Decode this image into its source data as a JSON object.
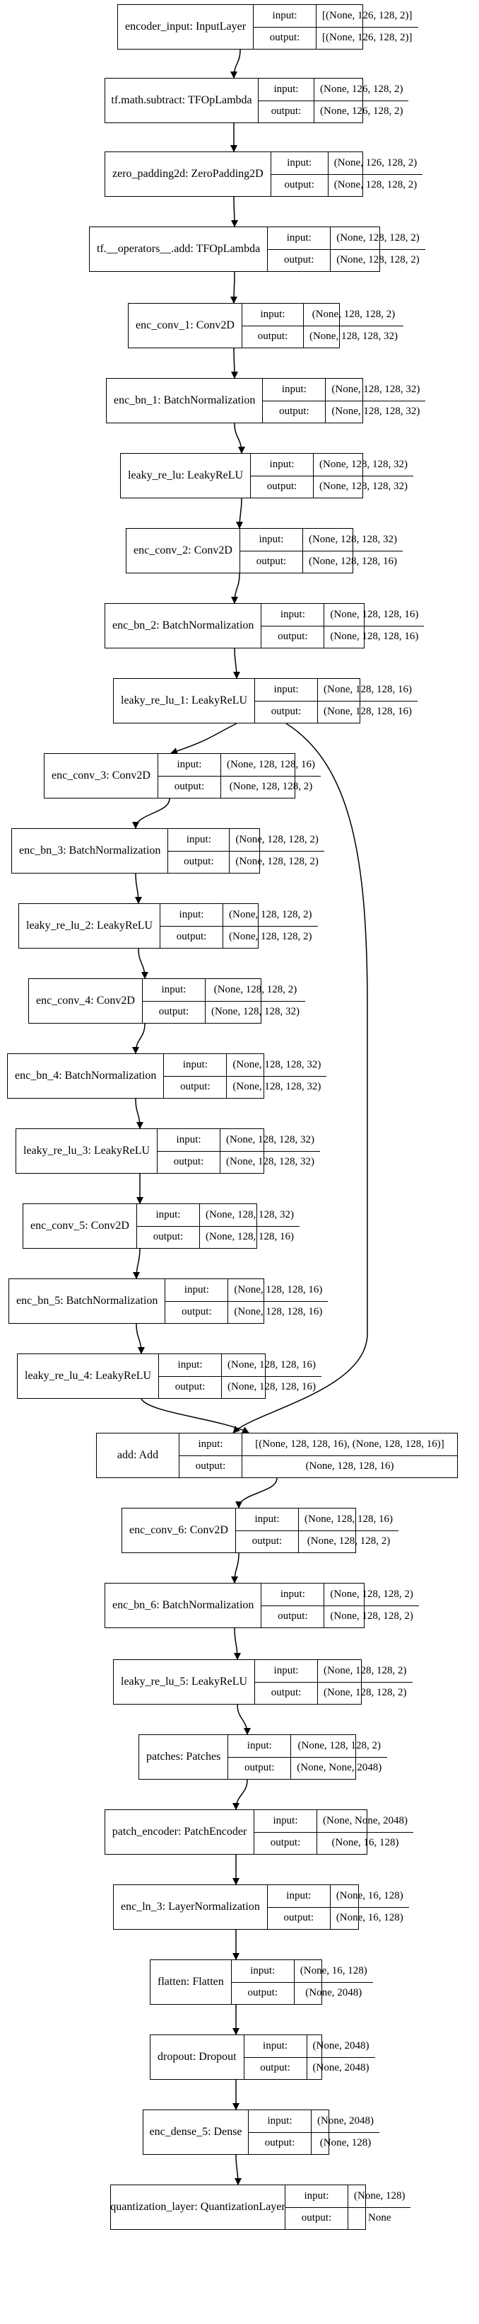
{
  "input_key": "input:",
  "output_key": "output:",
  "layers": [
    {
      "label": "encoder_input: InputLayer",
      "input": "[(None, 126, 128, 2)]",
      "output": "[(None, 126, 128, 2)]"
    },
    {
      "label": "tf.math.subtract: TFOpLambda",
      "input": "(None, 126, 128, 2)",
      "output": "(None, 126, 128, 2)"
    },
    {
      "label": "zero_padding2d: ZeroPadding2D",
      "input": "(None, 126, 128, 2)",
      "output": "(None, 128, 128, 2)"
    },
    {
      "label": "tf.__operators__.add: TFOpLambda",
      "input": "(None, 128, 128, 2)",
      "output": "(None, 128, 128, 2)"
    },
    {
      "label": "enc_conv_1: Conv2D",
      "input": "(None, 128, 128, 2)",
      "output": "(None, 128, 128, 32)"
    },
    {
      "label": "enc_bn_1: BatchNormalization",
      "input": "(None, 128, 128, 32)",
      "output": "(None, 128, 128, 32)"
    },
    {
      "label": "leaky_re_lu: LeakyReLU",
      "input": "(None, 128, 128, 32)",
      "output": "(None, 128, 128, 32)"
    },
    {
      "label": "enc_conv_2: Conv2D",
      "input": "(None, 128, 128, 32)",
      "output": "(None, 128, 128, 16)"
    },
    {
      "label": "enc_bn_2: BatchNormalization",
      "input": "(None, 128, 128, 16)",
      "output": "(None, 128, 128, 16)"
    },
    {
      "label": "leaky_re_lu_1: LeakyReLU",
      "input": "(None, 128, 128, 16)",
      "output": "(None, 128, 128, 16)"
    },
    {
      "label": "enc_conv_3: Conv2D",
      "input": "(None, 128, 128, 16)",
      "output": "(None, 128, 128, 2)"
    },
    {
      "label": "enc_bn_3: BatchNormalization",
      "input": "(None, 128, 128, 2)",
      "output": "(None, 128, 128, 2)"
    },
    {
      "label": "leaky_re_lu_2: LeakyReLU",
      "input": "(None, 128, 128, 2)",
      "output": "(None, 128, 128, 2)"
    },
    {
      "label": "enc_conv_4: Conv2D",
      "input": "(None, 128, 128, 2)",
      "output": "(None, 128, 128, 32)"
    },
    {
      "label": "enc_bn_4: BatchNormalization",
      "input": "(None, 128, 128, 32)",
      "output": "(None, 128, 128, 32)"
    },
    {
      "label": "leaky_re_lu_3: LeakyReLU",
      "input": "(None, 128, 128, 32)",
      "output": "(None, 128, 128, 32)"
    },
    {
      "label": "enc_conv_5: Conv2D",
      "input": "(None, 128, 128, 32)",
      "output": "(None, 128, 128, 16)"
    },
    {
      "label": "enc_bn_5: BatchNormalization",
      "input": "(None, 128, 128, 16)",
      "output": "(None, 128, 128, 16)"
    },
    {
      "label": "leaky_re_lu_4: LeakyReLU",
      "input": "(None, 128, 128, 16)",
      "output": "(None, 128, 128, 16)"
    },
    {
      "label": "add: Add",
      "input": "[(None, 128, 128, 16), (None, 128, 128, 16)]",
      "output": "(None, 128, 128, 16)"
    },
    {
      "label": "enc_conv_6: Conv2D",
      "input": "(None, 128, 128, 16)",
      "output": "(None, 128, 128, 2)"
    },
    {
      "label": "enc_bn_6: BatchNormalization",
      "input": "(None, 128, 128, 2)",
      "output": "(None, 128, 128, 2)"
    },
    {
      "label": "leaky_re_lu_5: LeakyReLU",
      "input": "(None, 128, 128, 2)",
      "output": "(None, 128, 128, 2)"
    },
    {
      "label": "patches: Patches",
      "input": "(None, 128, 128, 2)",
      "output": "(None, None, 2048)"
    },
    {
      "label": "patch_encoder: PatchEncoder",
      "input": "(None, None, 2048)",
      "output": "(None, 16, 128)"
    },
    {
      "label": "enc_ln_3: LayerNormalization",
      "input": "(None, 16, 128)",
      "output": "(None, 16, 128)"
    },
    {
      "label": "flatten: Flatten",
      "input": "(None, 16, 128)",
      "output": "(None, 2048)"
    },
    {
      "label": "dropout: Dropout",
      "input": "(None, 2048)",
      "output": "(None, 2048)"
    },
    {
      "label": "enc_dense_5: Dense",
      "input": "(None, 2048)",
      "output": "(None, 128)"
    },
    {
      "label": "quantization_layer: QuantizationLayer",
      "input": "(None, 128)",
      "output": "None"
    }
  ],
  "edges": [
    [
      0,
      1
    ],
    [
      1,
      2
    ],
    [
      2,
      3
    ],
    [
      3,
      4
    ],
    [
      4,
      5
    ],
    [
      5,
      6
    ],
    [
      6,
      7
    ],
    [
      7,
      8
    ],
    [
      8,
      9
    ],
    [
      9,
      10
    ],
    [
      10,
      11
    ],
    [
      11,
      12
    ],
    [
      12,
      13
    ],
    [
      13,
      14
    ],
    [
      14,
      15
    ],
    [
      15,
      16
    ],
    [
      16,
      17
    ],
    [
      17,
      18
    ],
    [
      18,
      19
    ],
    [
      9,
      19
    ],
    [
      19,
      20
    ],
    [
      20,
      21
    ],
    [
      21,
      22
    ],
    [
      22,
      23
    ],
    [
      23,
      24
    ],
    [
      24,
      25
    ],
    [
      25,
      26
    ],
    [
      26,
      27
    ],
    [
      27,
      28
    ],
    [
      28,
      29
    ]
  ]
}
